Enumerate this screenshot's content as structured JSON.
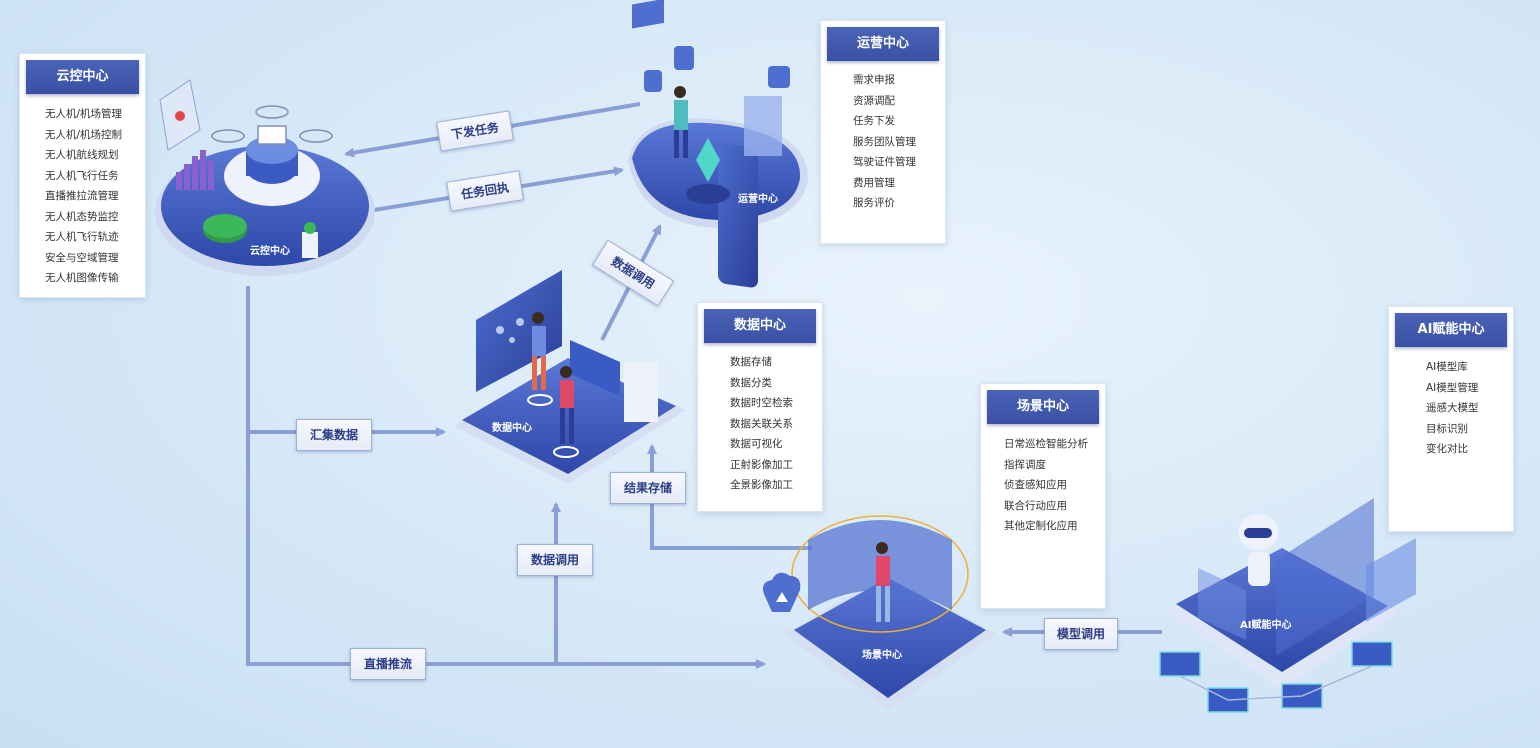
{
  "colors": {
    "accent": "#3a50a4",
    "flow_line": "#8a9fd3",
    "platform_dark": "#2e47a8",
    "platform_light": "#5a78d6"
  },
  "cards": {
    "cloud_control": {
      "title": "云控中心",
      "items": [
        "无人机/机场管理",
        "无人机/机场控制",
        "无人机航线规划",
        "无人机飞行任务",
        "直播推拉流管理",
        "无人机态势监控",
        "无人机飞行轨迹",
        "安全与空域管理",
        "无人机图像传输"
      ]
    },
    "operation": {
      "title": "运营中心",
      "items": [
        "需求申报",
        "资源调配",
        "任务下发",
        "服务团队管理",
        "驾驶证件管理",
        "费用管理",
        "服务评价"
      ]
    },
    "data_center": {
      "title": "数据中心",
      "items": [
        "数据存储",
        "数据分类",
        "数据时空检索",
        "数据关联关系",
        "数据可视化",
        "正射影像加工",
        "全景影像加工"
      ]
    },
    "scene": {
      "title": "场景中心",
      "items": [
        "日常巡检智能分析",
        "指挥调度",
        "侦查感知应用",
        "联合行动应用",
        "其他定制化应用"
      ]
    },
    "ai": {
      "title": "AI赋能中心",
      "items": [
        "AI模型库",
        "AI模型管理",
        "遥感大模型",
        "目标识别",
        "变化对比"
      ]
    }
  },
  "flows": {
    "dispatch_task": "下发任务",
    "task_receipt": "任务回执",
    "data_call_top": "数据调用",
    "collect_data": "汇集数据",
    "result_storage": "结果存储",
    "data_call_bottom": "数据调用",
    "live_stream": "直播推流",
    "model_call": "模型调用"
  },
  "platforms": {
    "cloud_control": "云控中心",
    "operation": "运营中心",
    "data_center": "数据中心",
    "scene": "场景中心",
    "ai": "AI赋能中心"
  }
}
